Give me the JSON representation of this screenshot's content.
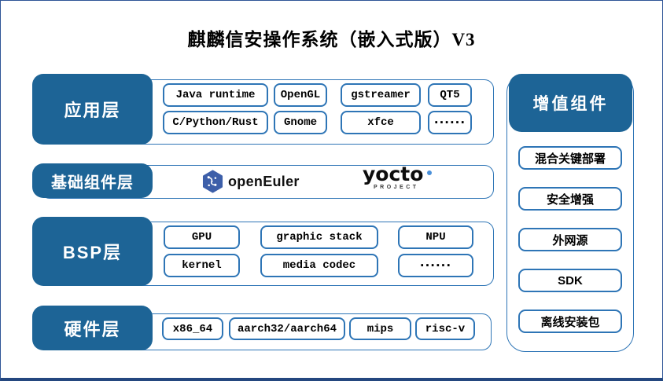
{
  "title": "麒麟信安操作系统（嵌入式版）V3",
  "layers": {
    "app": {
      "label": "应用层",
      "rows": [
        [
          "Java runtime",
          "OpenGL",
          "gstreamer",
          "QT5"
        ],
        [
          "C/Python/Rust",
          "Gnome",
          "xfce",
          "······"
        ]
      ]
    },
    "base": {
      "label": "基础组件层",
      "logos": {
        "openeuler": "openEuler",
        "yocto": "yocto",
        "yocto_sub": "PROJECT"
      }
    },
    "bsp": {
      "label": "BSP层",
      "rows": [
        [
          "GPU",
          "graphic stack",
          "NPU"
        ],
        [
          "kernel",
          "media codec",
          "······"
        ]
      ]
    },
    "hw": {
      "label": "硬件层",
      "rows": [
        [
          "x86_64",
          "aarch32/aarch64",
          "mips",
          "risc-v"
        ]
      ]
    }
  },
  "sidebar": {
    "header": "增值组件",
    "items": [
      "混合关键部署",
      "安全增强",
      "外网源",
      "SDK",
      "离线安装包"
    ]
  },
  "colors": {
    "label_bg": "#1D6496",
    "chip_border": "#2E75B6",
    "frame_border": "#2F5597",
    "bottom_bar": "#24477F",
    "openeuler_blue": "#3D5FA9",
    "yocto_dot_blue": "#4A90D9"
  }
}
